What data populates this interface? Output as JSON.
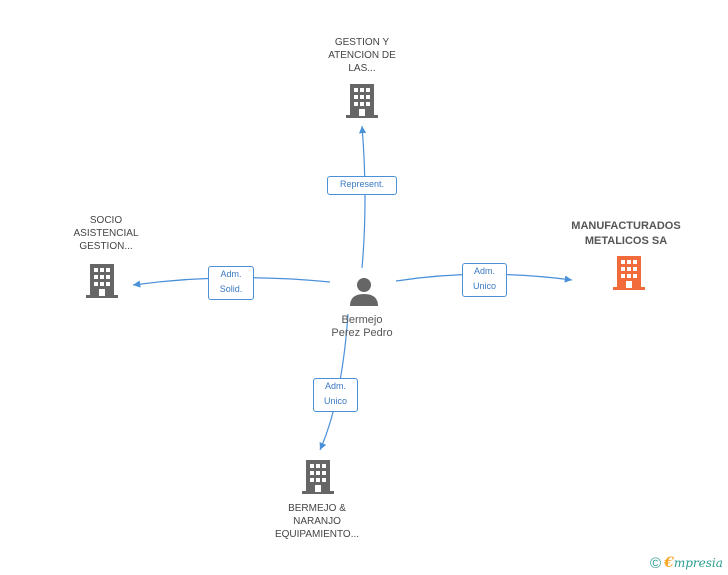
{
  "center": {
    "name": "Bermejo\nPerez Pedro",
    "icon": "person-icon",
    "color": "#666666"
  },
  "companies": [
    {
      "id": "top",
      "label": "GESTION Y\nATENCION DE\nLAS...",
      "icon": "building-icon",
      "color": "#666666"
    },
    {
      "id": "left",
      "label": "SOCIO\nASISTENCIAL\nGESTION...",
      "icon": "building-icon",
      "color": "#666666"
    },
    {
      "id": "right",
      "label": "MANUFACTURADOS\nMETALICOS SA",
      "icon": "building-icon",
      "color": "#f26b3a",
      "highlighted": true
    },
    {
      "id": "bottom",
      "label": "BERMEJO &\nNARANJO\nEQUIPAMIENTO...",
      "icon": "building-icon",
      "color": "#666666"
    }
  ],
  "relations": [
    {
      "to": "top",
      "label": "Represent."
    },
    {
      "to": "left",
      "label": "Adm.\nSolid."
    },
    {
      "to": "right",
      "label": "Adm.\nUnico"
    },
    {
      "to": "bottom",
      "label": "Adm.\nUnico"
    }
  ],
  "edge_color": "#4a90d9",
  "footer": {
    "copyright": "©",
    "brand_initial": "€",
    "brand_rest": "mpresia"
  }
}
